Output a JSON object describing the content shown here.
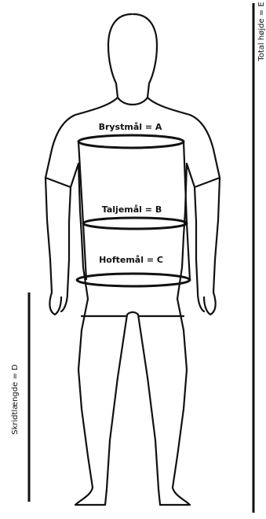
{
  "labels": {
    "chest": "Brystmål = A",
    "waist": "Taljemål = B",
    "hip": "Hoftemål = C",
    "inseam": "Skridtlængde = D",
    "total_height": "Total højde = E"
  },
  "colors": {
    "line": "#111111",
    "background": "#ffffff"
  }
}
